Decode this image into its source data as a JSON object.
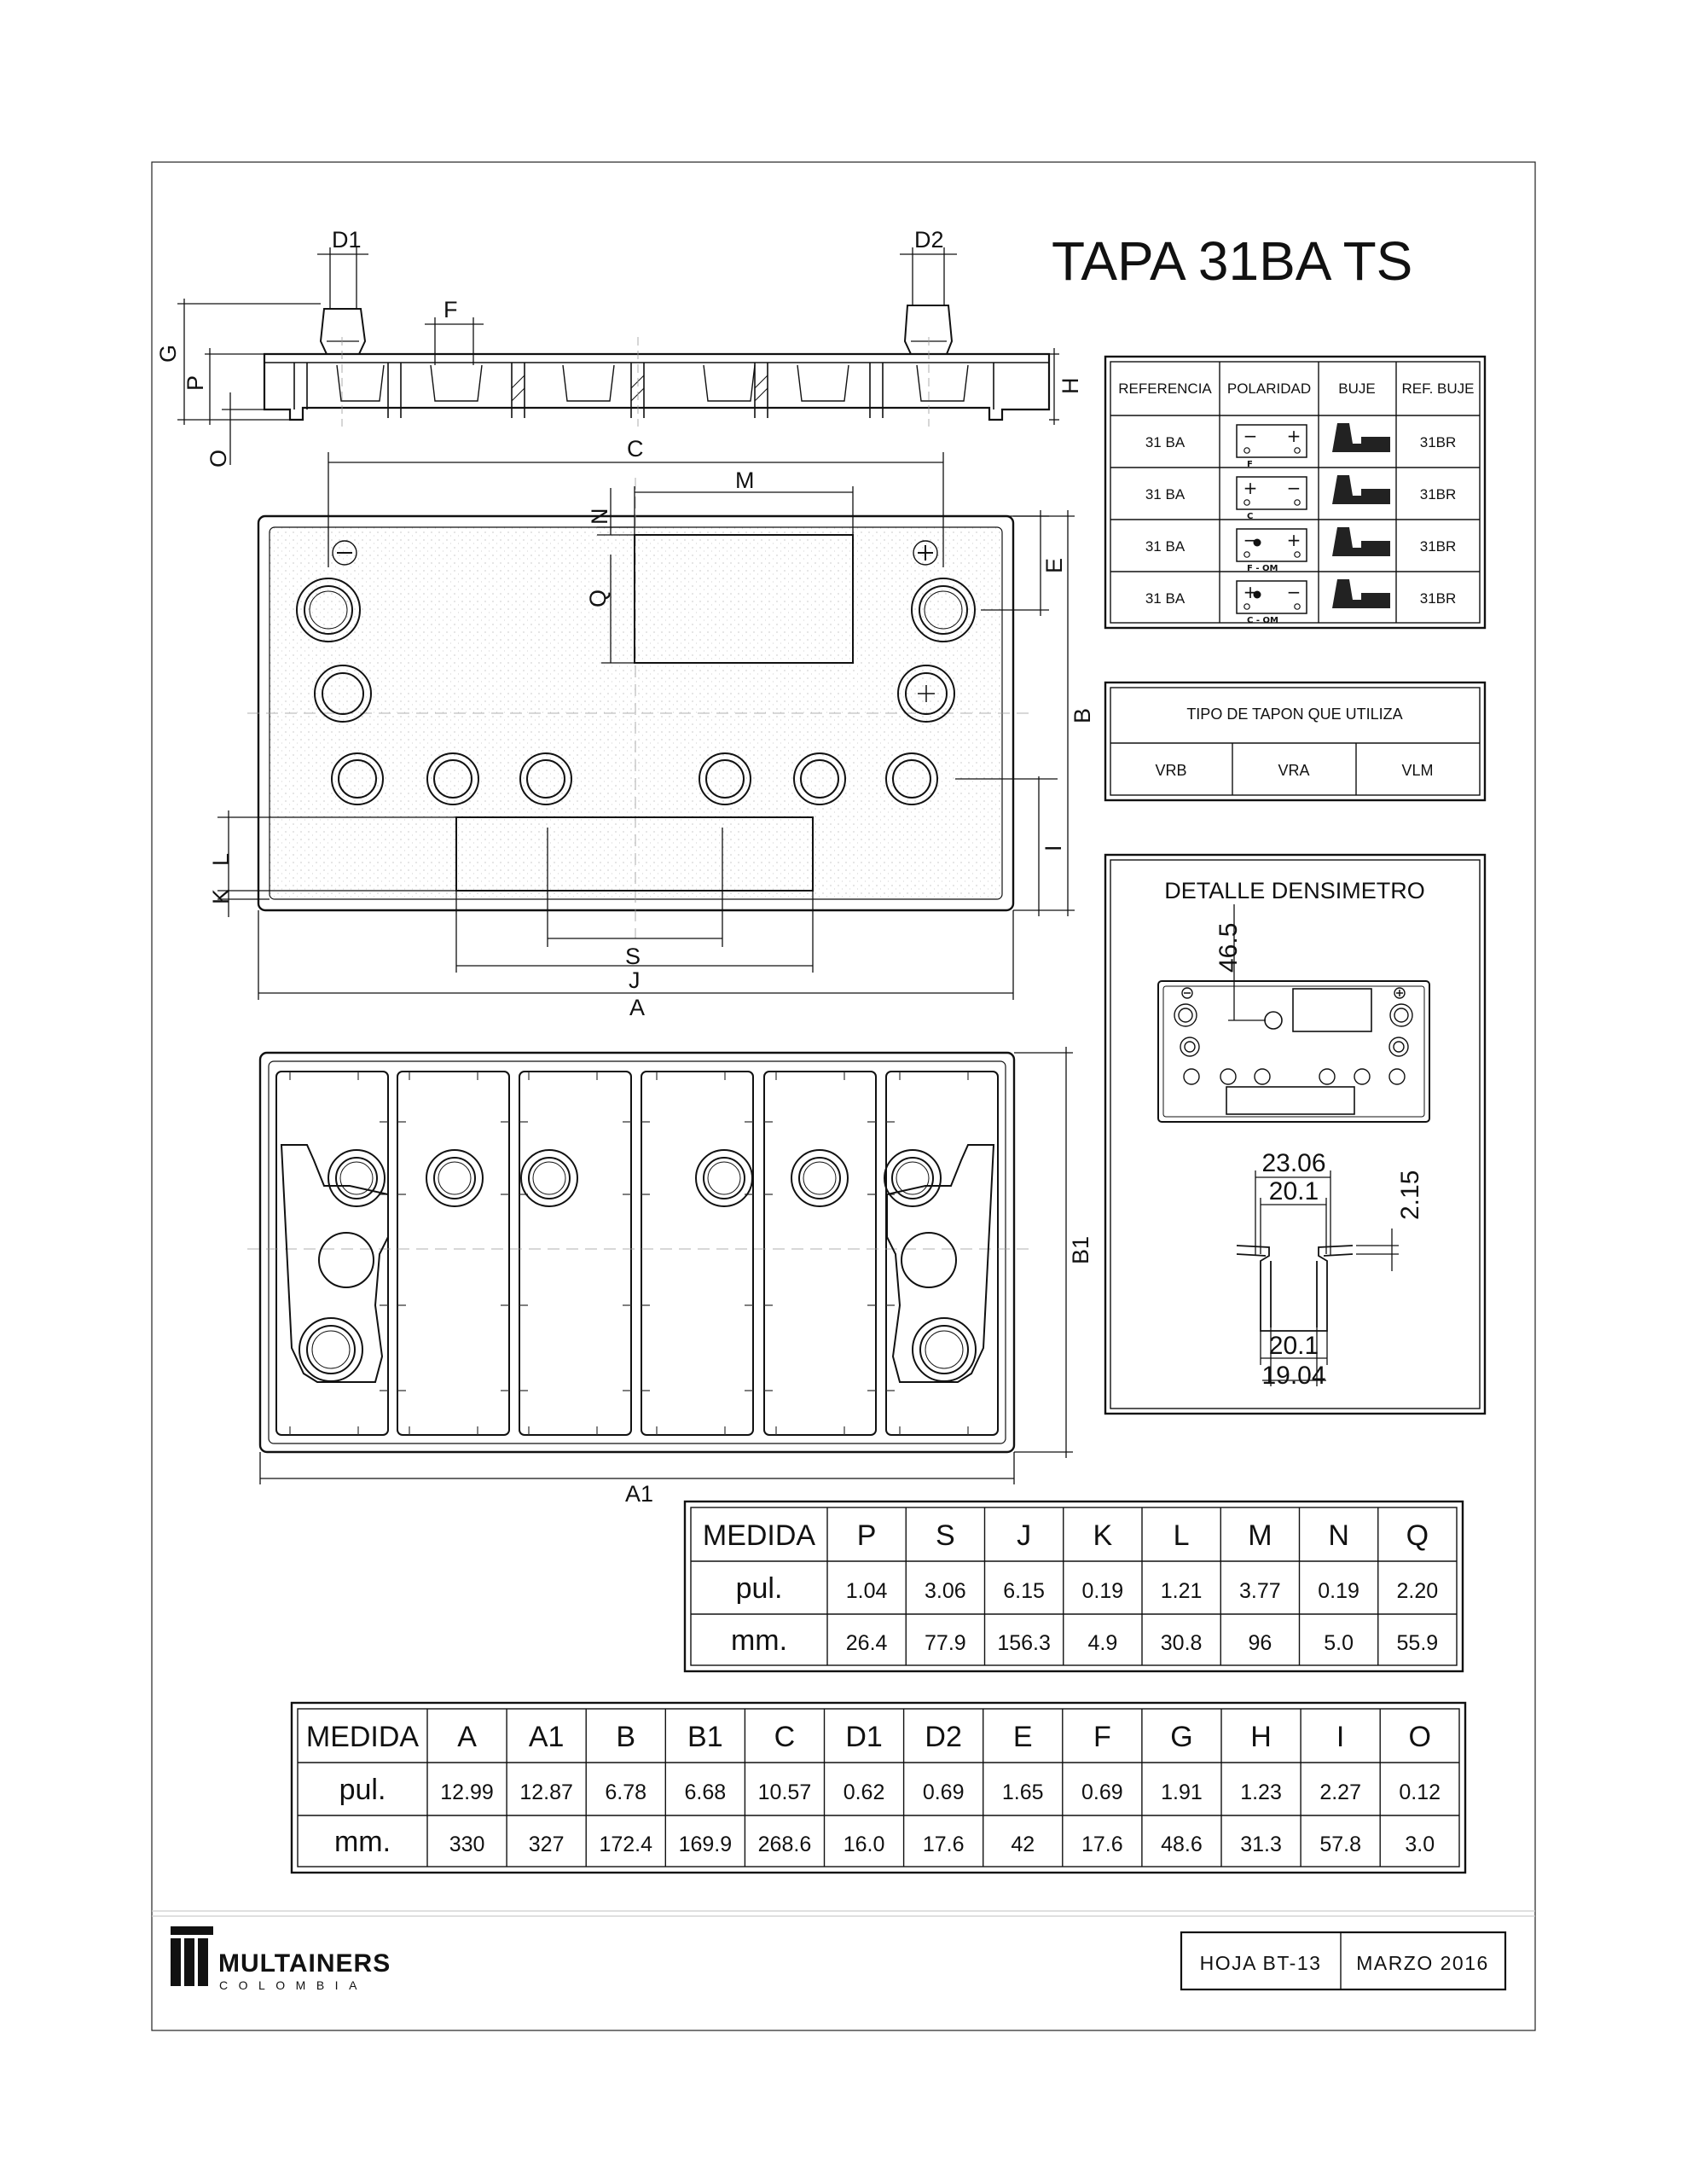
{
  "title": "TAPA 31BA TS",
  "dimension_labels": {
    "D1": "D1",
    "D2": "D2",
    "F": "F",
    "G": "G",
    "P": "P",
    "O": "O",
    "H": "H",
    "C": "C",
    "M": "M",
    "N": "N",
    "Q": "Q",
    "E": "E",
    "B": "B",
    "I": "I",
    "L": "L",
    "K": "K",
    "S": "S",
    "J": "J",
    "A": "A",
    "B1": "B1",
    "A1": "A1"
  },
  "polarity_table": {
    "headers": [
      "REFERENCIA",
      "POLARIDAD",
      "BUJE",
      "REF. BUJE"
    ],
    "rows": [
      {
        "referencia": "31 BA",
        "code": "F",
        "left_sign": "−",
        "right_sign": "+",
        "ref_buje": "31BR"
      },
      {
        "referencia": "31 BA",
        "code": "C",
        "left_sign": "+",
        "right_sign": "−",
        "ref_buje": "31BR"
      },
      {
        "referencia": "31 BA",
        "code": "F - OM",
        "left_sign": "−",
        "right_sign": "+",
        "ref_buje": "31BR"
      },
      {
        "referencia": "31 BA",
        "code": "C - OM",
        "left_sign": "+",
        "right_sign": "−",
        "ref_buje": "31BR"
      }
    ]
  },
  "plug_table": {
    "header": "TIPO DE TAPON QUE UTILIZA",
    "options": [
      "VRB",
      "VRA",
      "VLM"
    ]
  },
  "densimeter_detail": {
    "title": "DETALLE DENSIMETRO",
    "offset": "46.5",
    "outer_width": "23.06",
    "inner_width_top": "20.1",
    "flange": "2.15",
    "inner_width_bottom": "20.1",
    "bottom_width": "19.04"
  },
  "measure_table_1": {
    "header_label": "MEDIDA",
    "columns": [
      "P",
      "S",
      "J",
      "K",
      "L",
      "M",
      "N",
      "Q"
    ],
    "rows": [
      {
        "label": "pul.",
        "values": [
          "1.04",
          "3.06",
          "6.15",
          "0.19",
          "1.21",
          "3.77",
          "0.19",
          "2.20"
        ]
      },
      {
        "label": "mm.",
        "values": [
          "26.4",
          "77.9",
          "156.3",
          "4.9",
          "30.8",
          "96",
          "5.0",
          "55.9"
        ]
      }
    ]
  },
  "measure_table_2": {
    "header_label": "MEDIDA",
    "columns": [
      "A",
      "A1",
      "B",
      "B1",
      "C",
      "D1",
      "D2",
      "E",
      "F",
      "G",
      "H",
      "I",
      "O"
    ],
    "rows": [
      {
        "label": "pul.",
        "values": [
          "12.99",
          "12.87",
          "6.78",
          "6.68",
          "10.57",
          "0.62",
          "0.69",
          "1.65",
          "0.69",
          "1.91",
          "1.23",
          "2.27",
          "0.12"
        ]
      },
      {
        "label": "mm.",
        "values": [
          "330",
          "327",
          "172.4",
          "169.9",
          "268.6",
          "16.0",
          "17.6",
          "42",
          "17.6",
          "48.6",
          "31.3",
          "57.8",
          "3.0"
        ]
      }
    ]
  },
  "footer": {
    "brand": "MULTAINERS",
    "brand_sub": "COLOMBIA",
    "sheet": "HOJA BT-13",
    "date": "MARZO 2016"
  }
}
